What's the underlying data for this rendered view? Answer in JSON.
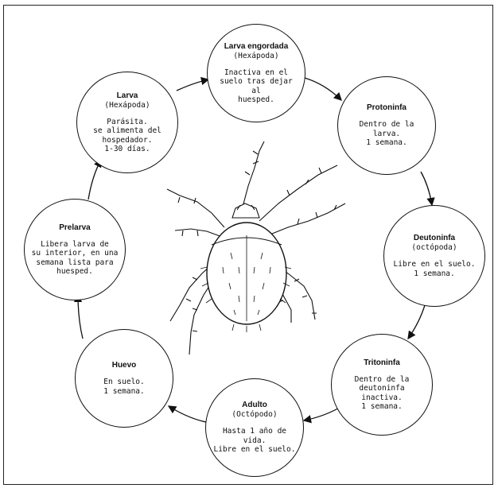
{
  "diagram": {
    "nodes": [
      {
        "id": "larva-engordada",
        "title": "Larva engordada",
        "subtitle": "(Hexápoda)",
        "text": "Inactiva en el\nsuelo tras dejar al\nhuesped."
      },
      {
        "id": "protoninfa",
        "title": "Protoninfa",
        "subtitle": "",
        "text": "Dentro de la larva.\n1 semana."
      },
      {
        "id": "deutoninfa",
        "title": "Deutoninfa",
        "subtitle": "(octópoda)",
        "text": "Libre en el suelo.\n1 semana."
      },
      {
        "id": "tritoninfa",
        "title": "Tritoninfa",
        "subtitle": "",
        "text": "Dentro de la\ndeutoninfa inactiva.\n1 semana."
      },
      {
        "id": "adulto",
        "title": "Adulto",
        "subtitle": "(Octópodo)",
        "text": "Hasta 1 año de vida.\nLibre en el suelo."
      },
      {
        "id": "huevo",
        "title": "Huevo",
        "subtitle": "",
        "text": "En suelo.\n1 semana."
      },
      {
        "id": "prelarva",
        "title": "Prelarva",
        "subtitle": "",
        "text": "Libera larva de\nsu interior, en una\nsemana lista para\nhuesped."
      },
      {
        "id": "larva",
        "title": "Larva",
        "subtitle": "(Hexápoda)",
        "text": "Parásita.\nse alimenta del\nhospedador.\n1-30 días."
      }
    ],
    "center_image": "mite-illustration",
    "line_color": "#111111"
  }
}
